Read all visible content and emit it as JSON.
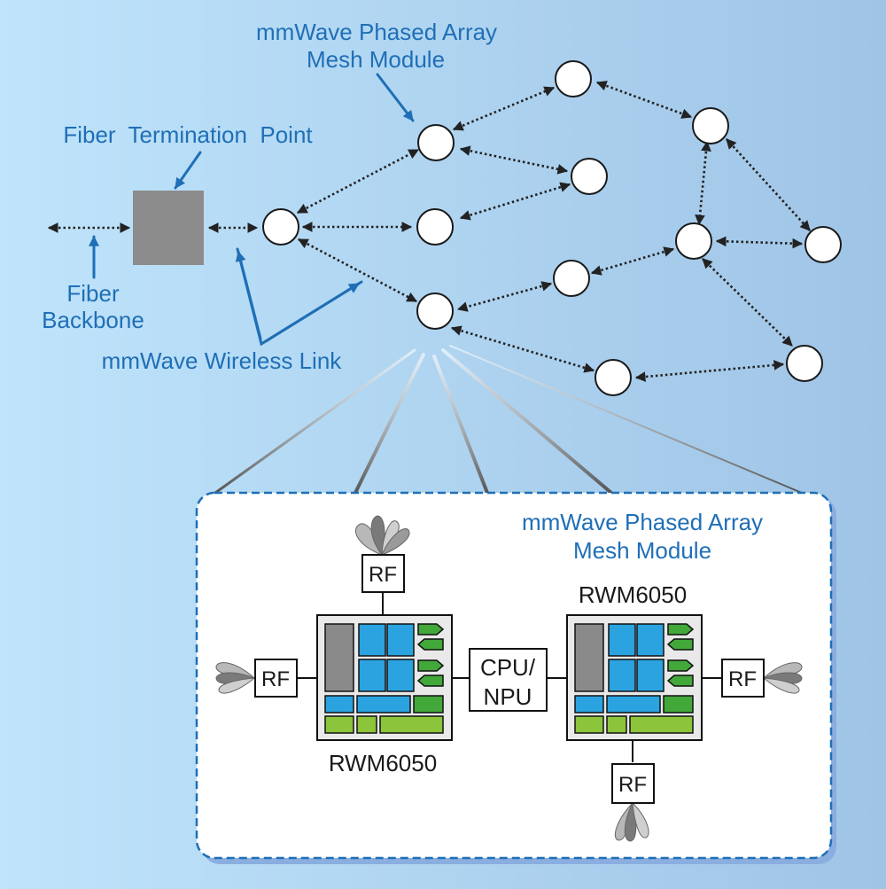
{
  "labels": {
    "top_module_line1": "mmWave Phased Array",
    "top_module_line2": "Mesh Module",
    "fiber_termination": "Fiber  Termination  Point",
    "fiber_backbone_line1": "Fiber",
    "fiber_backbone_line2": "Backbone",
    "wireless_link": "mmWave Wireless Link"
  },
  "detail": {
    "title_line1": "mmWave Phased Array",
    "title_line2": "Mesh Module",
    "chip_left_name": "RWM6050",
    "chip_right_name": "RWM6050",
    "cpu_line1": "CPU/",
    "cpu_line2": "NPU",
    "rf_top": "RF",
    "rf_left": "RF",
    "rf_right": "RF",
    "rf_bottom": "RF"
  },
  "colors": {
    "label_blue": "#1f6fb6",
    "block_blue": "#2aa3e0",
    "block_green": "#42a83a",
    "block_lightgreen": "#8cc43c",
    "block_gray": "#8a8a8a",
    "fiber_termination_gray": "#8c8c8c"
  }
}
